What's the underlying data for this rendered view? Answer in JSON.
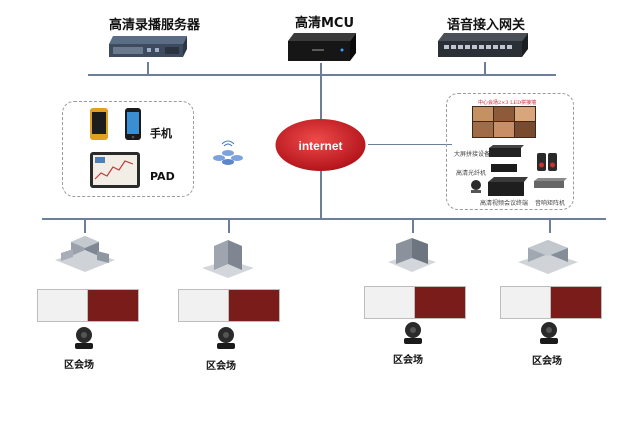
{
  "servers": [
    {
      "label": "高清录播服务器",
      "icon": "rack-server-icon"
    },
    {
      "label": "高清MCU",
      "icon": "mcu-device-icon"
    },
    {
      "label": "语音接入网关",
      "icon": "voice-gateway-icon"
    }
  ],
  "internet": {
    "label": "internet",
    "color": "#d0212a"
  },
  "mobile": {
    "phone_label": "手机",
    "pad_label": "PAD"
  },
  "center": {
    "screen_caption": "中心会场2×3 LED拼接墙",
    "left_labels": [
      "大屏拼接设备",
      "高清光纤机"
    ],
    "bottom_labels": [
      "高清视频会议终端",
      "音响矩阵机"
    ]
  },
  "venues": [
    {
      "label": "区会场"
    },
    {
      "label": "区会场"
    },
    {
      "label": "区会场"
    },
    {
      "label": "区会场"
    }
  ],
  "colors": {
    "line": "#6b7f9a",
    "accent": "#d0212a"
  }
}
